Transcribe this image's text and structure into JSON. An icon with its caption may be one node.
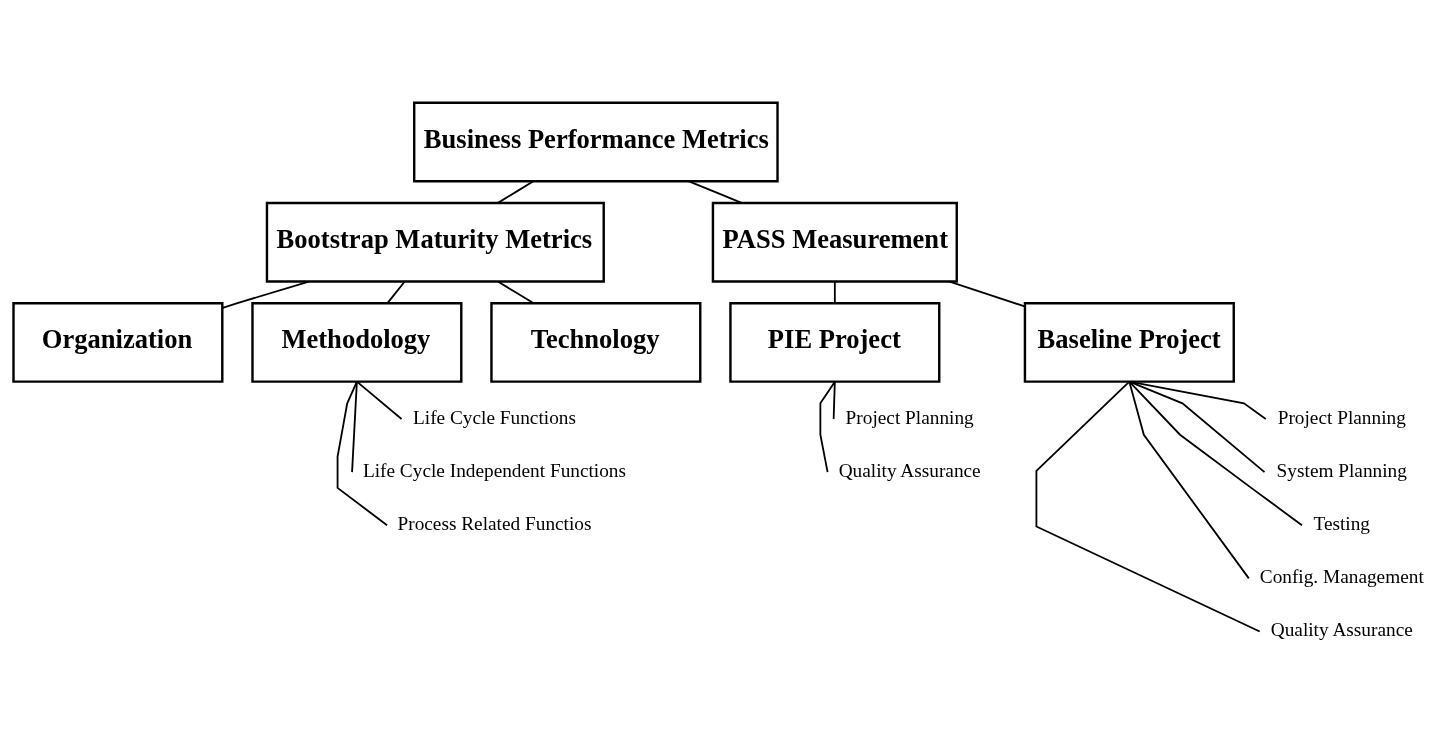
{
  "diagram": {
    "nodes": [
      {
        "text": [
          "Business Performance Metrics"
        ]
      },
      {
        "text": [
          "Bootstrap Maturity Metrics"
        ]
      },
      {
        "text": [
          "PASS Measurement"
        ]
      },
      {
        "text": [
          "Organization"
        ]
      },
      {
        "text": [
          "Methodology"
        ]
      },
      {
        "text": [
          "Technology"
        ]
      },
      {
        "text": [
          "PIE Project"
        ]
      },
      {
        "text": [
          "Baseline Project"
        ]
      },
      {
        "text": [
          "Life Cycle Functions"
        ]
      },
      {
        "text": [
          "Life Cycle Independent Functions"
        ]
      },
      {
        "text": [
          "Process Related Functios"
        ]
      },
      {
        "text": [
          "Project Planning"
        ]
      },
      {
        "text": [
          "Quality Assurance"
        ]
      },
      {
        "text": [
          "Project Planning"
        ]
      },
      {
        "text": [
          "System Planning"
        ]
      },
      {
        "text": [
          "Testing"
        ]
      },
      {
        "text": [
          "Config. Management"
        ]
      },
      {
        "text": [
          "Quality Assurance"
        ]
      }
    ],
    "edges": [
      {
        "from": 0,
        "to": 1,
        "arrow": "none"
      },
      {
        "from": 0,
        "to": 2,
        "arrow": "none"
      },
      {
        "from": 1,
        "to": 3,
        "arrow": "none"
      },
      {
        "from": 1,
        "to": 4,
        "arrow": "none"
      },
      {
        "from": 1,
        "to": 5,
        "arrow": "none"
      },
      {
        "from": 2,
        "to": 6,
        "arrow": "none"
      },
      {
        "from": 2,
        "to": 7,
        "arrow": "none"
      },
      {
        "from": 4,
        "to": 8,
        "arrow": "none"
      },
      {
        "from": 4,
        "to": 9,
        "arrow": "none"
      },
      {
        "from": 4,
        "to": 10,
        "arrow": "none"
      },
      {
        "from": 6,
        "to": 11,
        "arrow": "none"
      },
      {
        "from": 6,
        "to": 12,
        "arrow": "none"
      },
      {
        "from": 7,
        "to": 13,
        "arrow": "none"
      },
      {
        "from": 7,
        "to": 14,
        "arrow": "none"
      },
      {
        "from": 7,
        "to": 15,
        "arrow": "none"
      },
      {
        "from": 7,
        "to": 16,
        "arrow": "none"
      },
      {
        "from": 7,
        "to": 17,
        "arrow": "none"
      }
    ]
  }
}
